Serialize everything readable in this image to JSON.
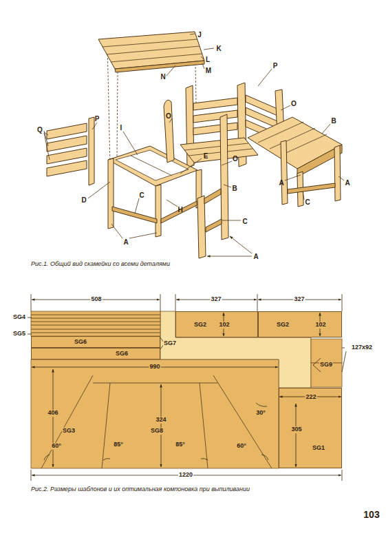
{
  "diagram": {
    "caption": "Рис.2. Размеры шаблонов и их оптимальная компоновка при выпиливании",
    "nodes": [
      {
        "text": [
          "SG2",
          "102"
        ]
      },
      {
        "text": [
          "SG2",
          "102"
        ]
      },
      {
        "text": [
          "SG6"
        ]
      },
      {
        "text": [
          "SG6"
        ]
      },
      {
        "text": [
          "222",
          "305",
          "SG1"
        ]
      }
    ],
    "labels": [
      "J",
      "K",
      "L",
      "M",
      "N",
      "P",
      "O",
      "O",
      "P",
      "Q",
      "I",
      "B",
      "E",
      "O",
      "D",
      "C",
      "H",
      "B",
      "C",
      "A",
      "A",
      "A",
      "C",
      "A",
      "Рис.1. Общий вид скамейки со всеми деталями",
      "508",
      "327",
      "327",
      "SG4",
      "SG5",
      "SG7",
      "127x92",
      "SG9",
      "990",
      "406",
      "SG3",
      "324",
      "SG8",
      "30°",
      "60°",
      "85°",
      "85°",
      "60°",
      "1220",
      "103"
    ]
  }
}
